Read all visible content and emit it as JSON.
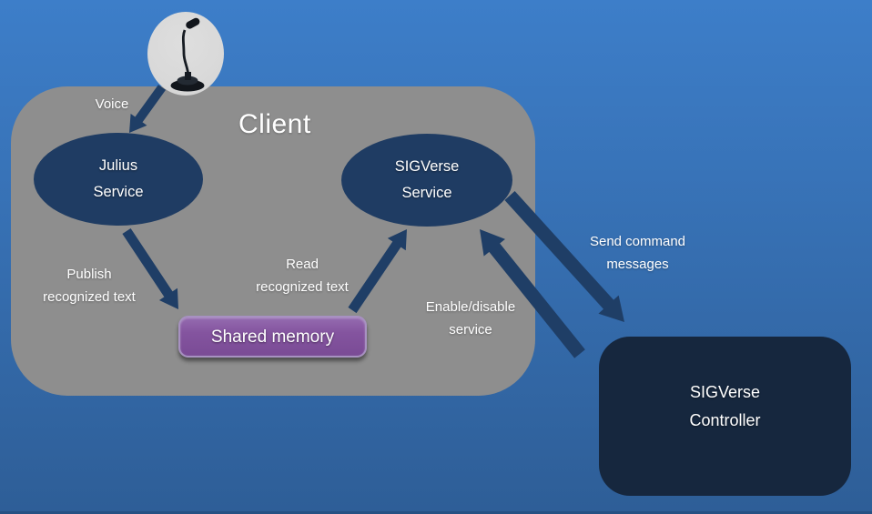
{
  "title": "Client",
  "colors": {
    "bg-top": "#3D7EC9",
    "bg-bottom": "#2E5E97",
    "panel": "#8E8E8E",
    "node": "#1F3C63",
    "controller": "#16273E",
    "purple-top": "#946BB0",
    "purple-bottom": "#7A4B95",
    "purple-border": "#A791C1",
    "arrow": "#1F3E66",
    "text": "#FFFFFF"
  },
  "nodes": {
    "julius": {
      "line1": "Julius",
      "line2": "Service"
    },
    "sigverse_service": {
      "line1": "SIGVerse",
      "line2": "Service"
    },
    "shared_memory": "Shared memory",
    "controller": {
      "line1": "SIGVerse",
      "line2": "Controller"
    }
  },
  "labels": {
    "voice": "Voice",
    "publish_line1": "Publish",
    "publish_line2": "recognized text",
    "read_line1": "Read",
    "read_line2": "recognized text",
    "enable_line1": "Enable/disable",
    "enable_line2": "service",
    "send_line1": "Send command",
    "send_line2": "messages"
  },
  "icons": {
    "microphone": "desk-microphone"
  }
}
